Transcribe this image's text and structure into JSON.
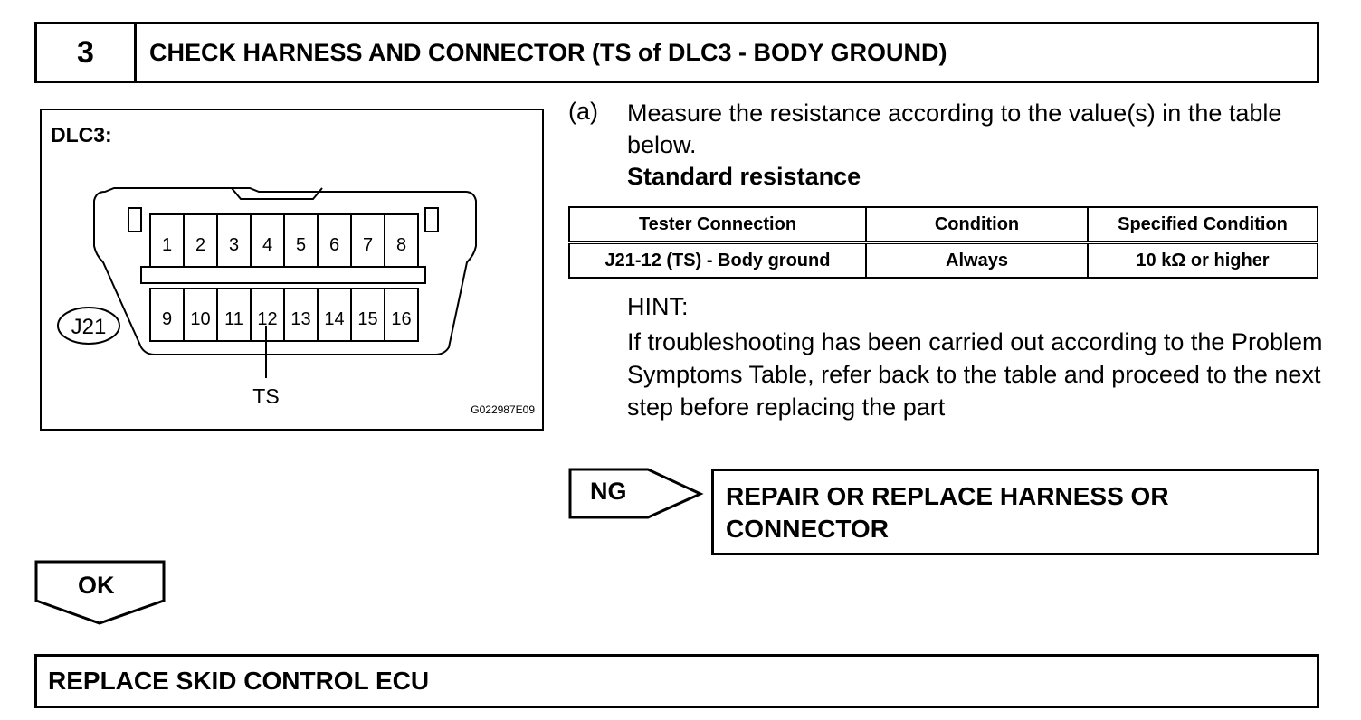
{
  "step": {
    "number": "3",
    "title": "CHECK HARNESS AND CONNECTOR (TS of DLC3 - BODY GROUND)"
  },
  "diagram": {
    "label": "DLC3:",
    "connector_id": "J21",
    "pins_top": [
      "1",
      "2",
      "3",
      "4",
      "5",
      "6",
      "7",
      "8"
    ],
    "pins_bottom": [
      "9",
      "10",
      "11",
      "12",
      "13",
      "14",
      "15",
      "16"
    ],
    "pin_callout": "TS",
    "figure_code": "G022987E09"
  },
  "instruction": {
    "marker": "(a)",
    "text": "Measure the resistance according to the value(s) in the table below.",
    "standard_title": "Standard resistance"
  },
  "spec_table": {
    "headers": [
      "Tester Connection",
      "Condition",
      "Specified Condition"
    ],
    "rows": [
      [
        "J21-12 (TS) - Body ground",
        "Always",
        "10 kΩ or higher"
      ]
    ]
  },
  "hint": {
    "label": "HINT:",
    "text": "If troubleshooting has been carried out according to the Problem Symptoms Table, refer back to the table and proceed to the next step before replacing the part"
  },
  "ng": {
    "label": "NG",
    "result": "REPAIR OR REPLACE HARNESS OR CONNECTOR"
  },
  "ok": {
    "label": "OK",
    "result": "REPLACE SKID CONTROL ECU"
  }
}
